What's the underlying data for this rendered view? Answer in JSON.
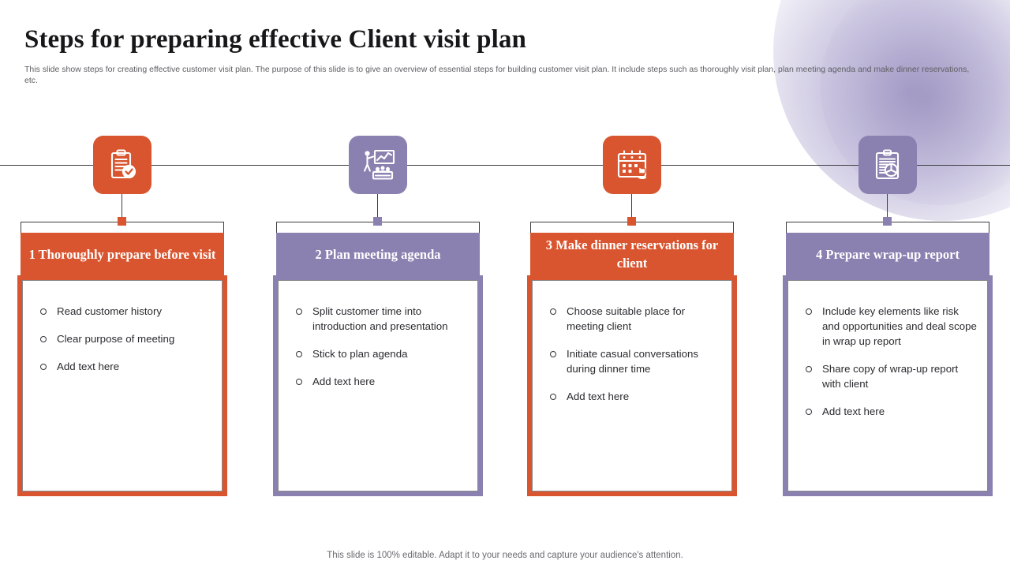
{
  "slide": {
    "title": "Steps for preparing effective Client visit plan",
    "subtitle": "This slide show steps for creating effective customer visit plan. The purpose of this slide is to give an overview of essential steps for building customer visit plan. It include steps such as thoroughly visit plan, plan meeting agenda and make dinner reservations, etc.",
    "footer": "This slide is 100% editable. Adapt it to your needs and capture your audience's attention."
  },
  "colors": {
    "orange": "#D9552F",
    "purple": "#8B81B0",
    "line": "#3D3D42",
    "text": "#2B2B30",
    "subtitle": "#5E5E63"
  },
  "steps": [
    {
      "number": "1",
      "title": "1 Thoroughly prepare before visit",
      "icon": "clipboard-check-icon",
      "color": "#D9552F",
      "bullets": [
        "Read customer history",
        "Clear purpose of meeting",
        "Add text here"
      ]
    },
    {
      "number": "2",
      "title": "2 Plan meeting agenda",
      "icon": "presentation-audience-icon",
      "color": "#8B81B0",
      "bullets": [
        "Split customer time into introduction and presentation",
        "Stick to plan agenda",
        "Add text here"
      ]
    },
    {
      "number": "3",
      "title": "3 Make dinner reservations for client",
      "icon": "calendar-click-icon",
      "color": "#D9552F",
      "bullets": [
        "Choose suitable place for meeting client",
        "Initiate casual conversations during dinner time",
        "Add text here"
      ]
    },
    {
      "number": "4",
      "title": "4 Prepare wrap-up report",
      "icon": "clipboard-chart-icon",
      "color": "#8B81B0",
      "bullets": [
        "Include key elements like risk and opportunities and deal scope in wrap up report",
        "Share copy of wrap-up report with client",
        "Add text here"
      ]
    }
  ]
}
